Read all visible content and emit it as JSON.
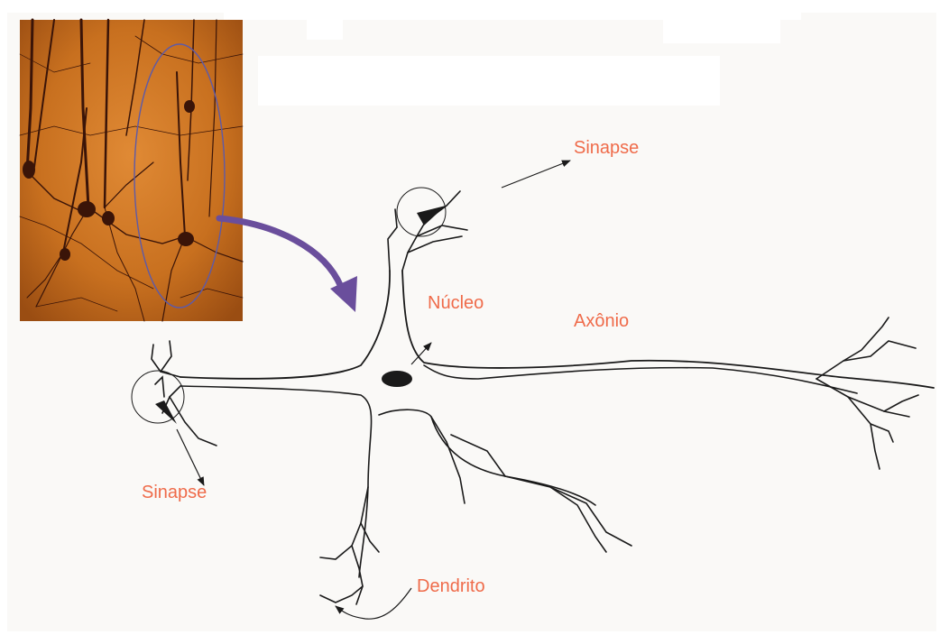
{
  "labels": {
    "synapse_top": "Sinapse",
    "nucleus": "Núcleo",
    "axon": "Axônio",
    "synapse_left": "Sinapse",
    "dendrite": "Dendrito"
  },
  "colors": {
    "label": "#ef6b4a",
    "stroke": "#1a1a1a",
    "arrow": "#6a4e9c",
    "photo_base": "#c8701f",
    "photo_dark": "#3a1408",
    "ellipse": "#5d5aa8",
    "background": "#faf9f7"
  },
  "icons": {
    "micrograph": "neuron-micrograph-image",
    "pointer": "curved-arrow-icon"
  }
}
